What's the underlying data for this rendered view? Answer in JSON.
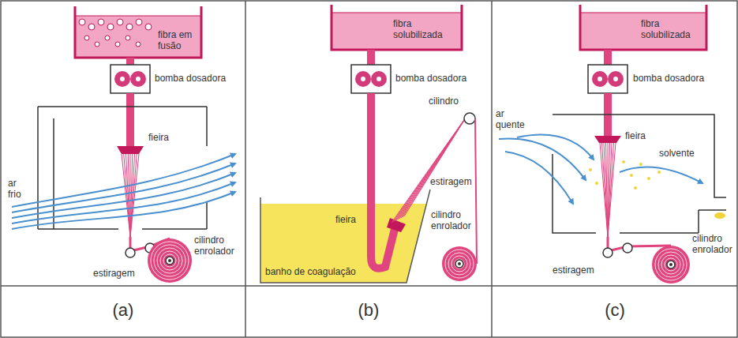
{
  "diagram": {
    "labels": [
      "fibra em fusão",
      "bomba dosadora",
      "fieira",
      "ar frio",
      "cilindro enrolador",
      "estiragem",
      "fibra solubilizada",
      "bomba dosadora",
      "cilindro",
      "fieira",
      "estiragem",
      "cilindro enrolador",
      "banho de coagulação",
      "fibra solubilizada",
      "bomba dosadora",
      "ar quente",
      "fieira",
      "solvente",
      "cilindro enrolador",
      "estiragem",
      "(a)",
      "(b)",
      "(c)"
    ]
  }
}
